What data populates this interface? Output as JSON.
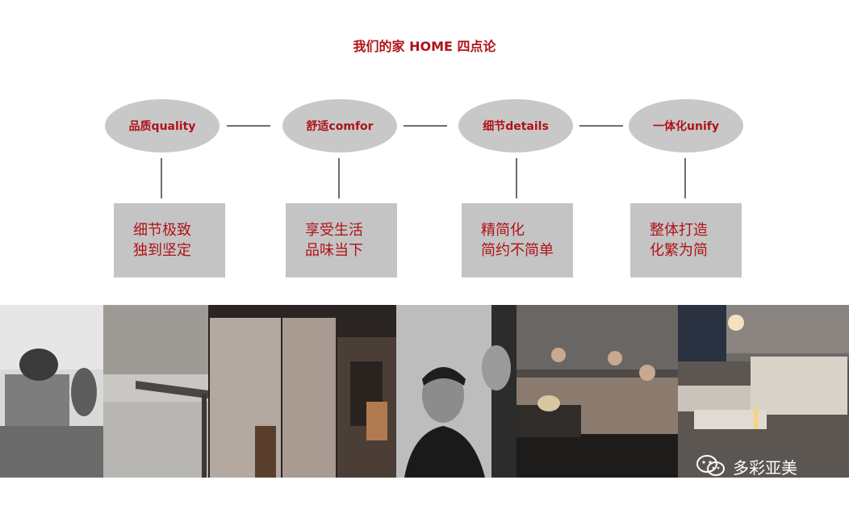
{
  "title": "我们的家 HOME 四点论",
  "pillars": [
    {
      "label": "品质quality",
      "lines": [
        "细节极致",
        "独到坚定"
      ]
    },
    {
      "label": "舒适comfor",
      "lines": [
        "享受生活",
        "品味当下"
      ]
    },
    {
      "label": "细节details",
      "lines": [
        "精简化",
        "简约不简单"
      ]
    },
    {
      "label": "一体化unify",
      "lines": [
        "整体打造",
        "化繁为简"
      ]
    }
  ],
  "watermark": {
    "text": "多彩亚美",
    "icon": "wechat-icon"
  },
  "colors": {
    "accent": "#b01218",
    "shape_fill": "#c8c8c8",
    "connector": "#6e6e6e"
  }
}
